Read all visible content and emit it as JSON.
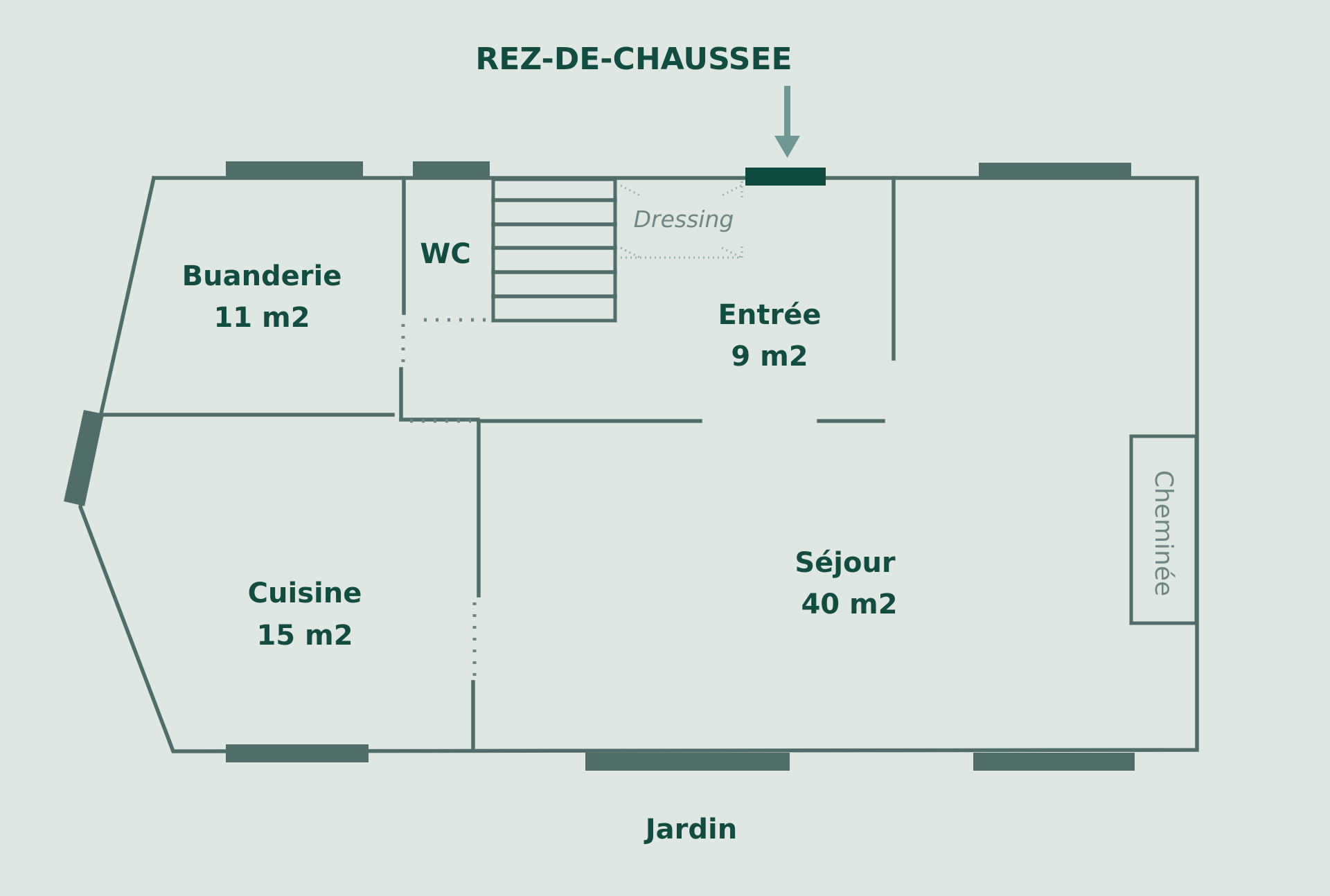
{
  "plan": {
    "title": "REZ-DE-CHAUSSEE",
    "garden_label": "Jardin",
    "colors": {
      "background": "#dfe7e2",
      "wall": "#4f6e6a",
      "label": "#124d42",
      "entrance": "#0e4a3f",
      "arrow": "#6e9894",
      "muted_label": "#6e8783"
    },
    "rooms": {
      "buanderie": {
        "name": "Buanderie",
        "area": "11 m2"
      },
      "wc": {
        "name": "WC"
      },
      "dressing": {
        "name": "Dressing"
      },
      "entree": {
        "name": "Entrée",
        "area": "9 m2"
      },
      "cuisine": {
        "name": "Cuisine",
        "area": "15 m2"
      },
      "sejour": {
        "name": "Séjour",
        "area": "40 m2"
      }
    },
    "fireplace_label": "Cheminée"
  }
}
